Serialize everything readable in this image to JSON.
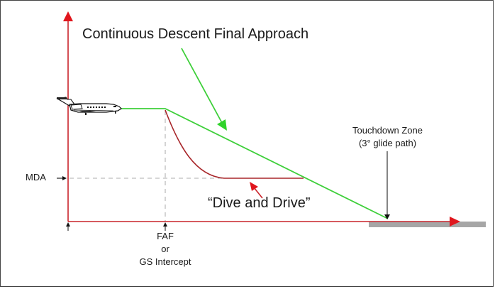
{
  "diagram": {
    "title": "Continuous Descent Final Approach",
    "dive_label": "“Dive and Drive”",
    "mda_label": "MDA",
    "touchdown": {
      "line1": "Touchdown Zone",
      "line2": "(3° glide path)"
    },
    "faf": {
      "line1": "FAF",
      "line2": "or",
      "line3": "GS Intercept"
    },
    "colors": {
      "axis": "#e0161d",
      "cdfa_path": "#3ecf3a",
      "dive_path": "#a8262a",
      "guide_dashed": "#bdbdbd",
      "runway": "#a6a6a6",
      "text": "#1a1a1a"
    },
    "icons": {
      "aircraft": "business-jet-icon"
    }
  }
}
